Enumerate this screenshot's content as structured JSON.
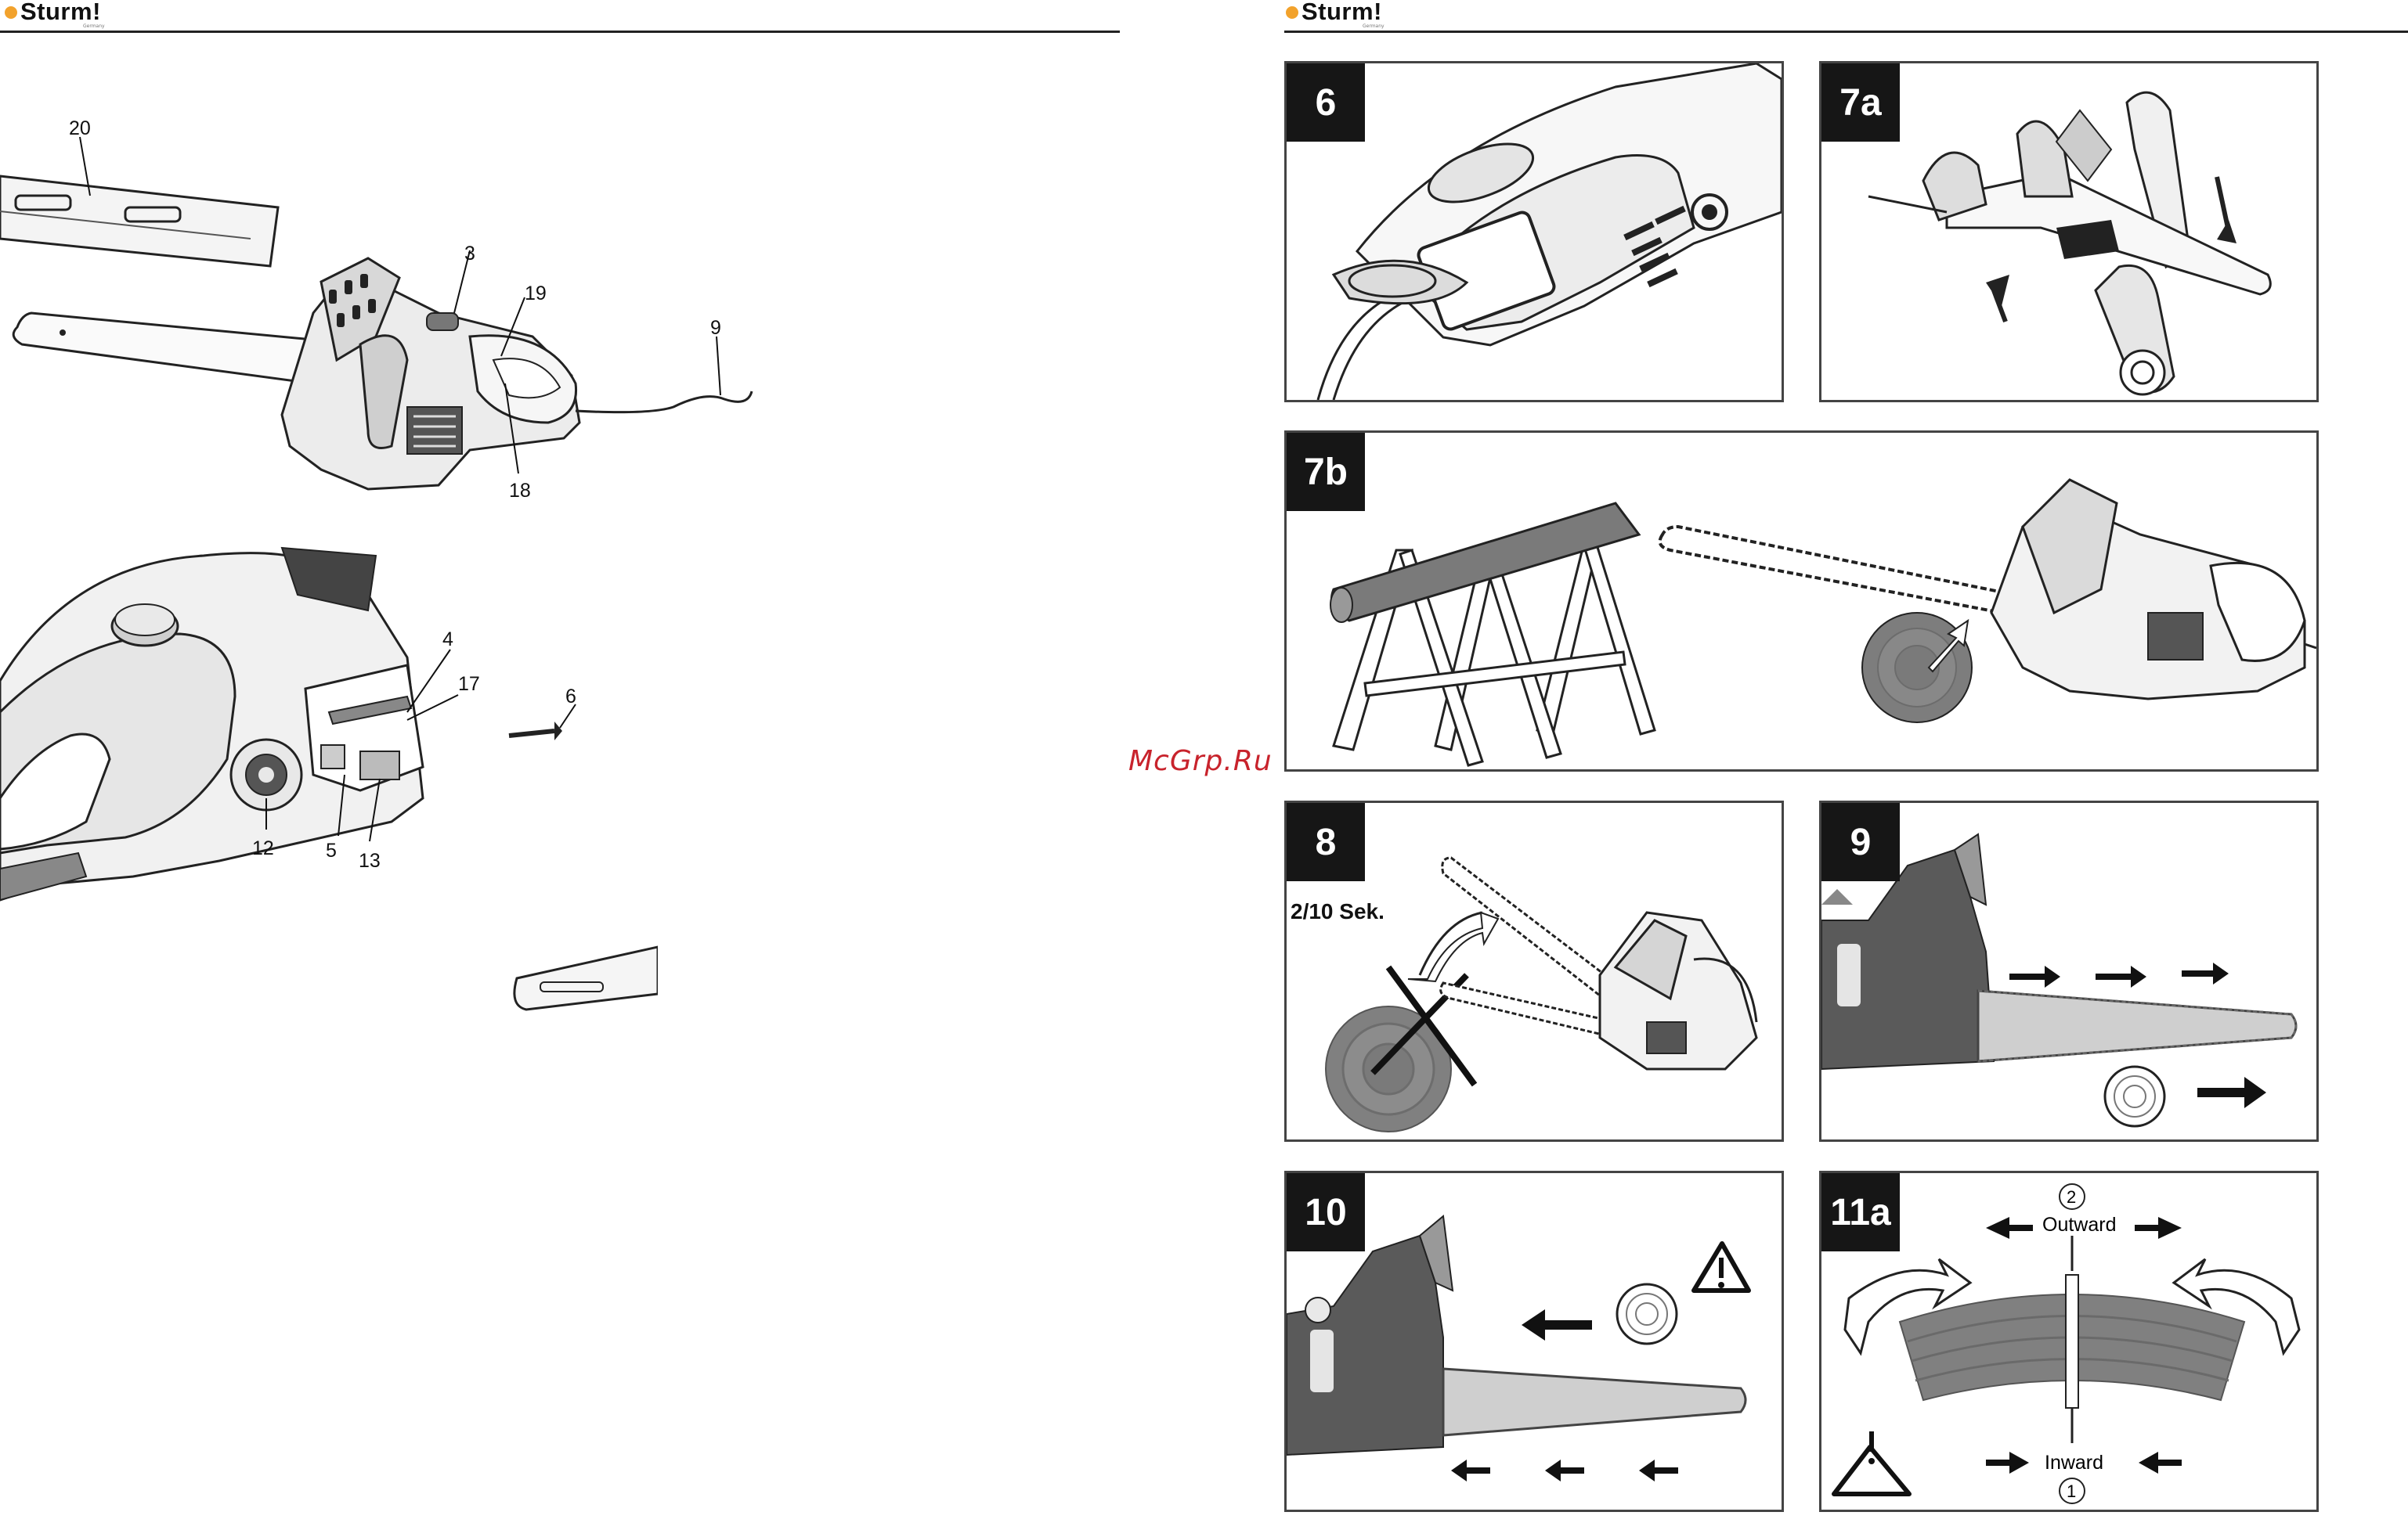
{
  "page_header": {
    "brand": "Sturm!",
    "brand_sub": "Germany"
  },
  "watermark": "McGrp.Ru",
  "left_diagram": {
    "callouts": [
      "20",
      "3",
      "19",
      "9",
      "18",
      "4",
      "17",
      "6",
      "12",
      "5",
      "13"
    ]
  },
  "panels": [
    {
      "label": "6"
    },
    {
      "label": "7a"
    },
    {
      "label": "7b"
    },
    {
      "label": "8",
      "caption": "2/10 Sek."
    },
    {
      "label": "9"
    },
    {
      "label": "10"
    },
    {
      "label": "11a",
      "outward_number": "2",
      "outward_label": "Outward",
      "inward_number": "1",
      "inward_label": "Inward"
    }
  ],
  "colors": {
    "brand_dot": "#f2a22c",
    "watermark": "#c8232c",
    "label_bg": "#161616"
  }
}
